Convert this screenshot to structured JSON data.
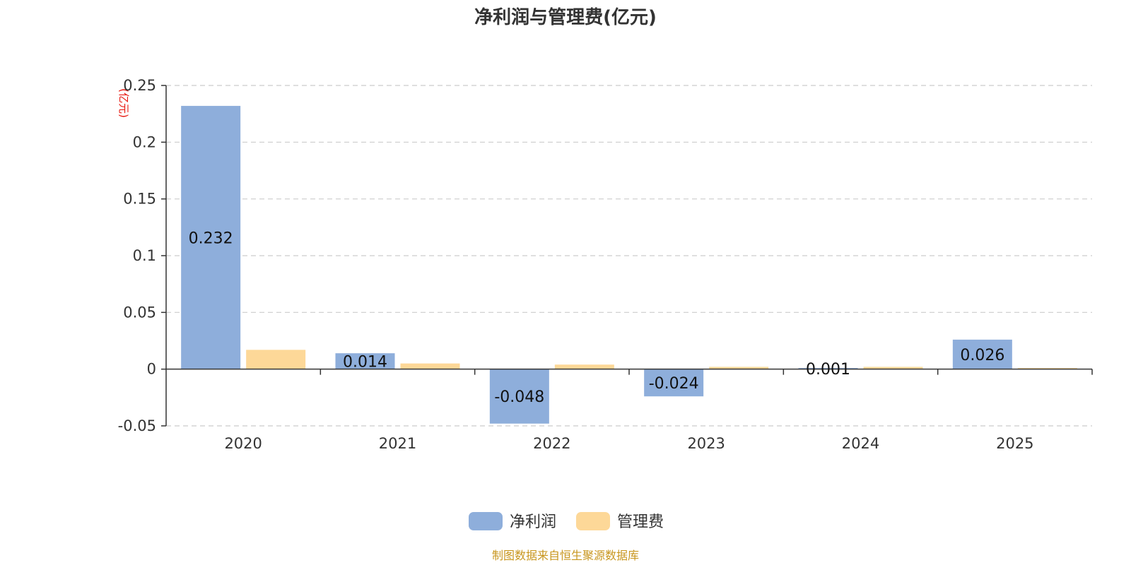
{
  "chart_data": {
    "type": "bar",
    "title": "净利润与管理费(亿元)",
    "unit_label": "(亿元)",
    "categories": [
      "2020",
      "2021",
      "2022",
      "2023",
      "2024",
      "2025"
    ],
    "series": [
      {
        "name": "净利润",
        "color": "#8eaedb",
        "values": [
          0.232,
          0.014,
          -0.048,
          -0.024,
          0.001,
          0.026
        ],
        "labels": [
          "0.232",
          "0.014",
          "-0.048",
          "-0.024",
          "0.001",
          "0.026"
        ]
      },
      {
        "name": "管理费",
        "color": "#fdd898",
        "values": [
          0.017,
          0.005,
          0.004,
          0.002,
          0.002,
          0.001
        ]
      }
    ],
    "ylim": [
      -0.05,
      0.25
    ],
    "yticks": [
      -0.05,
      0,
      0.05,
      0.1,
      0.15,
      0.2,
      0.25
    ],
    "ytick_labels": [
      "-0.05",
      "0",
      "0.05",
      "0.1",
      "0.15",
      "0.2",
      "0.25"
    ],
    "grid": true,
    "grid_style": "dashed",
    "legend_position": "bottom-center"
  },
  "source_note": "制图数据来自恒生聚源数据库"
}
